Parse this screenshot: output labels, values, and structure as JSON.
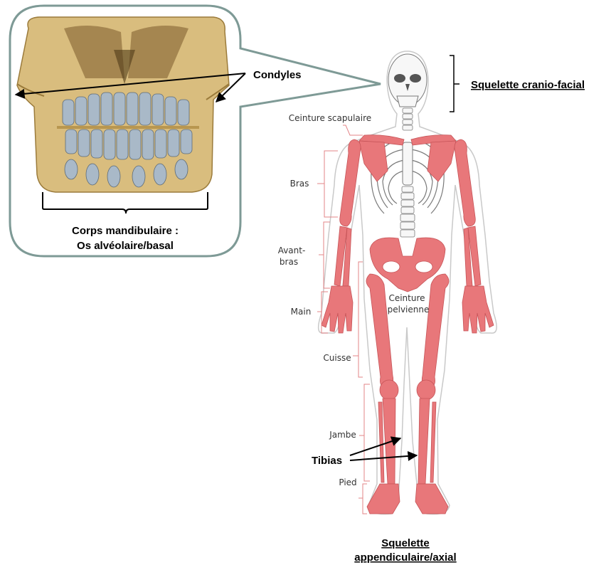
{
  "callout": {
    "condyles": "Condyles",
    "mandible_line1": "Corps mandibulaire :",
    "mandible_line2": "Os alvéolaire/basal"
  },
  "headings": {
    "craniofacial": "Squelette cranio-facial",
    "appendicular_line1": "Squelette",
    "appendicular_line2": "appendiculaire/axial"
  },
  "skeleton_labels": {
    "ceinture_scapulaire": "Ceinture scapulaire",
    "bras": "Bras",
    "avant_bras_1": "Avant-",
    "avant_bras_2": "bras",
    "main": "Main",
    "ceinture_pelvienne_1": "Ceinture",
    "ceinture_pelvienne_2": "pelvienne",
    "cuisse": "Cuisse",
    "jambe": "Jambe",
    "pied": "Pied",
    "tibias": "Tibias"
  },
  "colors": {
    "callout_border": "#7e9a96",
    "bone_highlight": "#e8777a",
    "skull_image": "#d9bd7e",
    "teeth": "#a9b9c8"
  }
}
